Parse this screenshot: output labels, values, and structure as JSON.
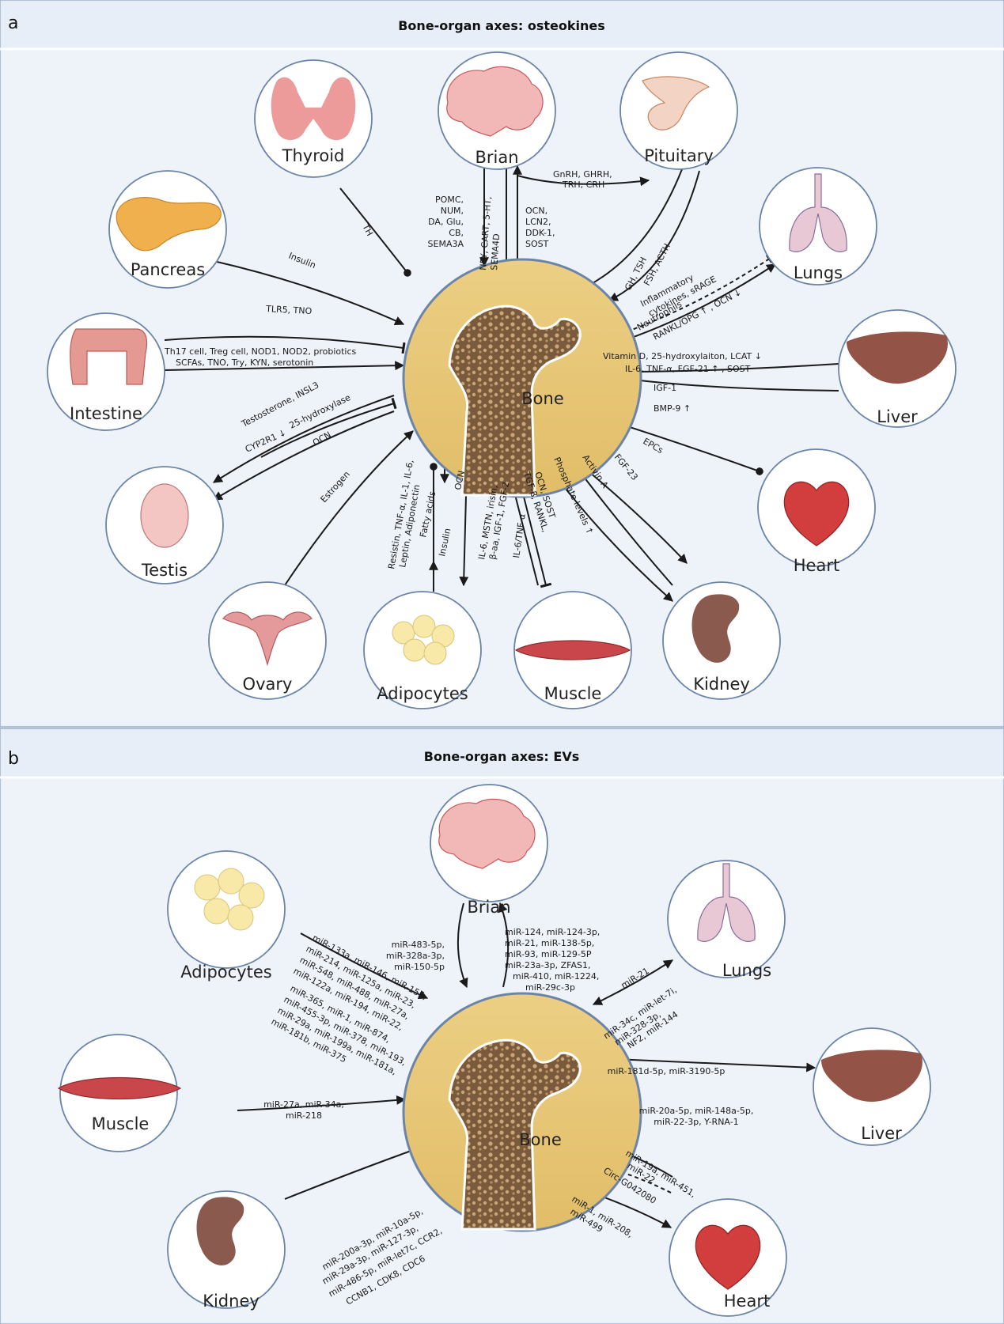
{
  "panels": [
    {
      "letter": "a",
      "title": "Bone-organ axes: osteokines"
    },
    {
      "letter": "b",
      "title": "Bone-organ axes: EVs"
    }
  ],
  "colors": {
    "panel_background": "#e7eef8",
    "bone_fill": "#e6c476",
    "circle_border": "#6b84a8",
    "arrow": "#1a1a1a"
  },
  "panel_a": {
    "bone_label": "Bone",
    "organs": [
      {
        "name": "Thyroid",
        "icon": "thyroid-icon"
      },
      {
        "name": "Brian",
        "icon": "brain-icon"
      },
      {
        "name": "Pituitary",
        "icon": "pituitary-icon"
      },
      {
        "name": "Pancreas",
        "icon": "pancreas-icon"
      },
      {
        "name": "Intestine",
        "icon": "intestine-icon"
      },
      {
        "name": "Testis",
        "icon": "testis-icon"
      },
      {
        "name": "Ovary",
        "icon": "ovary-icon"
      },
      {
        "name": "Adipocytes",
        "icon": "adipocytes-icon"
      },
      {
        "name": "Muscle",
        "icon": "muscle-icon"
      },
      {
        "name": "Kidney",
        "icon": "kidney-icon"
      },
      {
        "name": "Heart",
        "icon": "heart-icon"
      },
      {
        "name": "Liver",
        "icon": "liver-icon"
      },
      {
        "name": "Lungs",
        "icon": "lungs-icon"
      }
    ],
    "edges": [
      {
        "label": "TH"
      },
      {
        "label": "Insulin"
      },
      {
        "label": "TLR5, TNO"
      },
      {
        "lines": [
          "Th17 cell, Treg cell, NOD1, NOD2, probiotics",
          "SCFAs, TNO, Try, KYN, serotonin"
        ]
      },
      {
        "label": "Testosterone, INSL3"
      },
      {
        "label": "25-hydroxylase"
      },
      {
        "label": "CYP2R1 ↓"
      },
      {
        "label": "OCN"
      },
      {
        "label": "Estrogen"
      },
      {
        "lines": [
          "Resistin, TNF-α, IL-1, IL-6,",
          "Leptin, Adiponectin"
        ]
      },
      {
        "label": "Fatty acids"
      },
      {
        "label": "Insulin"
      },
      {
        "label": "OCN"
      },
      {
        "lines": [
          "IL-6, MSTN, irisin,",
          "β-aa, IGF-1, FGF-2"
        ]
      },
      {
        "label": "IL-6/TNF-α"
      },
      {
        "lines": [
          "TGF-β, RANKL,",
          "OCN, SOST"
        ]
      },
      {
        "label": "Phosphate levels ↑"
      },
      {
        "label": "Activin A"
      },
      {
        "label": "FGF-23"
      },
      {
        "label": "EPCs"
      },
      {
        "label": "BMP-9 ↑"
      },
      {
        "label": "IGF-1"
      },
      {
        "lines": [
          "Vitamin D, 25-hydroxylaiton, LCAT ↓",
          "IL-6, TNF-α, FGF-21 ↑ , SOST"
        ]
      },
      {
        "label": "Neutrophils"
      },
      {
        "lines": [
          "Inflammatory",
          "cytokines, sRAGE"
        ]
      },
      {
        "label": "RANKL/OPG ↑ , OCN ↓"
      },
      {
        "label": "GH, TSH"
      },
      {
        "label": "FSH, ACTH"
      },
      {
        "lines": [
          "GnRH, GHRH,",
          "TRH, CRH"
        ]
      },
      {
        "lines": [
          "OCN,",
          "LCN2,",
          "DDK-1,",
          "SOST"
        ]
      },
      {
        "lines": [
          "POMC,",
          "NUM,",
          "DA, Glu,",
          "CB,",
          "SEMA3A"
        ]
      },
      {
        "lines": [
          "NPY, CART, 5-HT,",
          "SEMA4D"
        ]
      }
    ]
  },
  "panel_b": {
    "bone_label": "Bone",
    "organs": [
      {
        "name": "Brian",
        "icon": "brain-icon"
      },
      {
        "name": "Adipocytes",
        "icon": "adipocytes-icon"
      },
      {
        "name": "Lungs",
        "icon": "lungs-icon"
      },
      {
        "name": "Muscle",
        "icon": "muscle-icon"
      },
      {
        "name": "Liver",
        "icon": "liver-icon"
      },
      {
        "name": "Kidney",
        "icon": "kidney-icon"
      },
      {
        "name": "Heart",
        "icon": "heart-icon"
      }
    ],
    "edges": [
      {
        "lines": [
          "miR-133a, miR-146, miR-155,",
          "miR-214, miR-125a, miR-23,",
          "miR-548, miR-488, miR-27a,",
          "miR-122a, miR-194, miR-22,"
        ]
      },
      {
        "lines": [
          "miR-365, miR-1, miR-874,",
          "miR-455-3p, miR-378, miR-193,",
          "miR-29a, miR-199a, miR-181a,",
          "miR-181b, miR-375"
        ]
      },
      {
        "lines": [
          "miR-27a, miR-34a,",
          "miR-218"
        ]
      },
      {
        "lines": [
          "miR-483-5p,",
          "miR-328a-3p,",
          "miR-150-5p"
        ]
      },
      {
        "lines": [
          "miR-124, miR-124-3p,",
          "miR-21, miR-138-5p,",
          "miR-93, miR-129-5P",
          "miR-23a-3p, ZFAS1,",
          "miR-410, miR-1224,",
          "miR-29c-3p"
        ]
      },
      {
        "label": "miR-21"
      },
      {
        "lines": [
          "miR-34c, miR-let-7i,",
          "miR-328-3p,",
          "NF2, miR-144"
        ]
      },
      {
        "label": "miR-181d-5p, miR-3190-5p"
      },
      {
        "lines": [
          "miR-20a-5p, miR-148a-5p,",
          "miR-22-3p, Y-RNA-1"
        ]
      },
      {
        "lines": [
          "miR-19a, miR-451,",
          "miR-22"
        ]
      },
      {
        "label": "Circ-G042080"
      },
      {
        "lines": [
          "miR-1, miR-208,",
          "miR-499"
        ]
      },
      {
        "lines": [
          "miR-200a-3p, miR-10a-5p,",
          "miR-29a-3p, miR-127-3p,",
          "miR-486-5p, miR-let7c, CCR2,",
          "CCNB1, CDK8, CDC6"
        ]
      }
    ]
  }
}
